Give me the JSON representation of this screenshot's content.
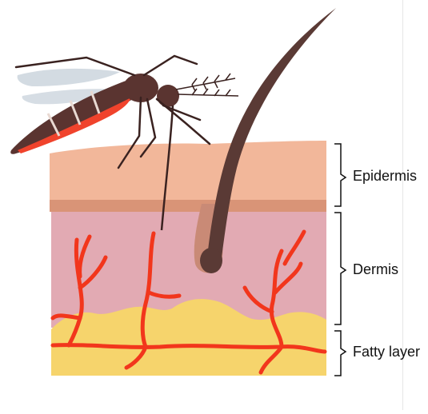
{
  "labels": {
    "epidermis": "Epidermis",
    "dermis": "Dermis",
    "fatty_layer": "Fatty layer"
  },
  "colors": {
    "epidermis": "#f2b79a",
    "epidermis_band": "#d99477",
    "dermis": "#e2aab3",
    "fat": "#f6d46c",
    "vessel": "#f2361c",
    "hair": "#5a3a35",
    "follicle": "#c98a76",
    "mosquito_body": "#5a3430",
    "mosquito_belly": "#f0432c",
    "wing": "#c4cfd8"
  },
  "icons": {
    "mosquito": "mosquito-icon",
    "hair": "hair-strand"
  }
}
